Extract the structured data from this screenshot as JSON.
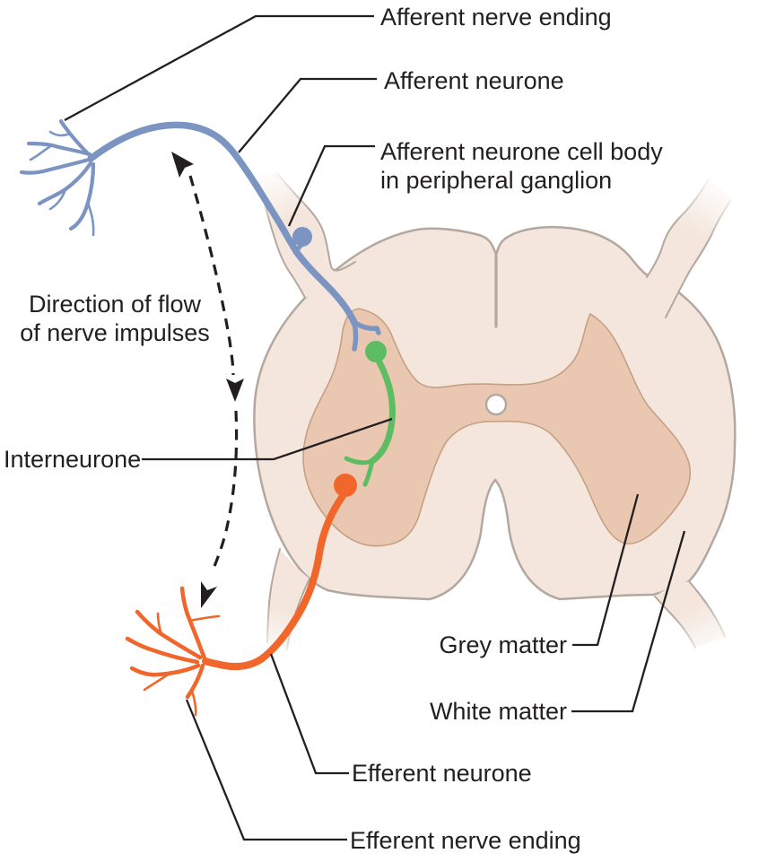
{
  "diagram": {
    "labels": {
      "afferent_nerve_ending": "Afferent nerve ending",
      "afferent_neurone": "Afferent neurone",
      "afferent_cell_body_line1": "Afferent neurone cell body",
      "afferent_cell_body_line2": "in peripheral ganglion",
      "direction_of_flow_line1": "Direction of flow",
      "direction_of_flow_line2": "of nerve impulses",
      "interneurone": "Interneurone",
      "grey_matter": "Grey matter",
      "white_matter": "White matter",
      "efferent_neurone": "Efferent neurone",
      "efferent_nerve_ending": "Efferent nerve ending"
    },
    "colors": {
      "afferent_neurone": "#7b94c1",
      "interneurone": "#5cbd62",
      "efferent_neurone": "#f1672b",
      "white_matter": "#f4e6dc",
      "grey_matter": "#eac7b0",
      "outline": "#b3a89f",
      "grey_matter_outline": "#c4a085",
      "annotation": "#231f20",
      "background": "#ffffff"
    }
  }
}
